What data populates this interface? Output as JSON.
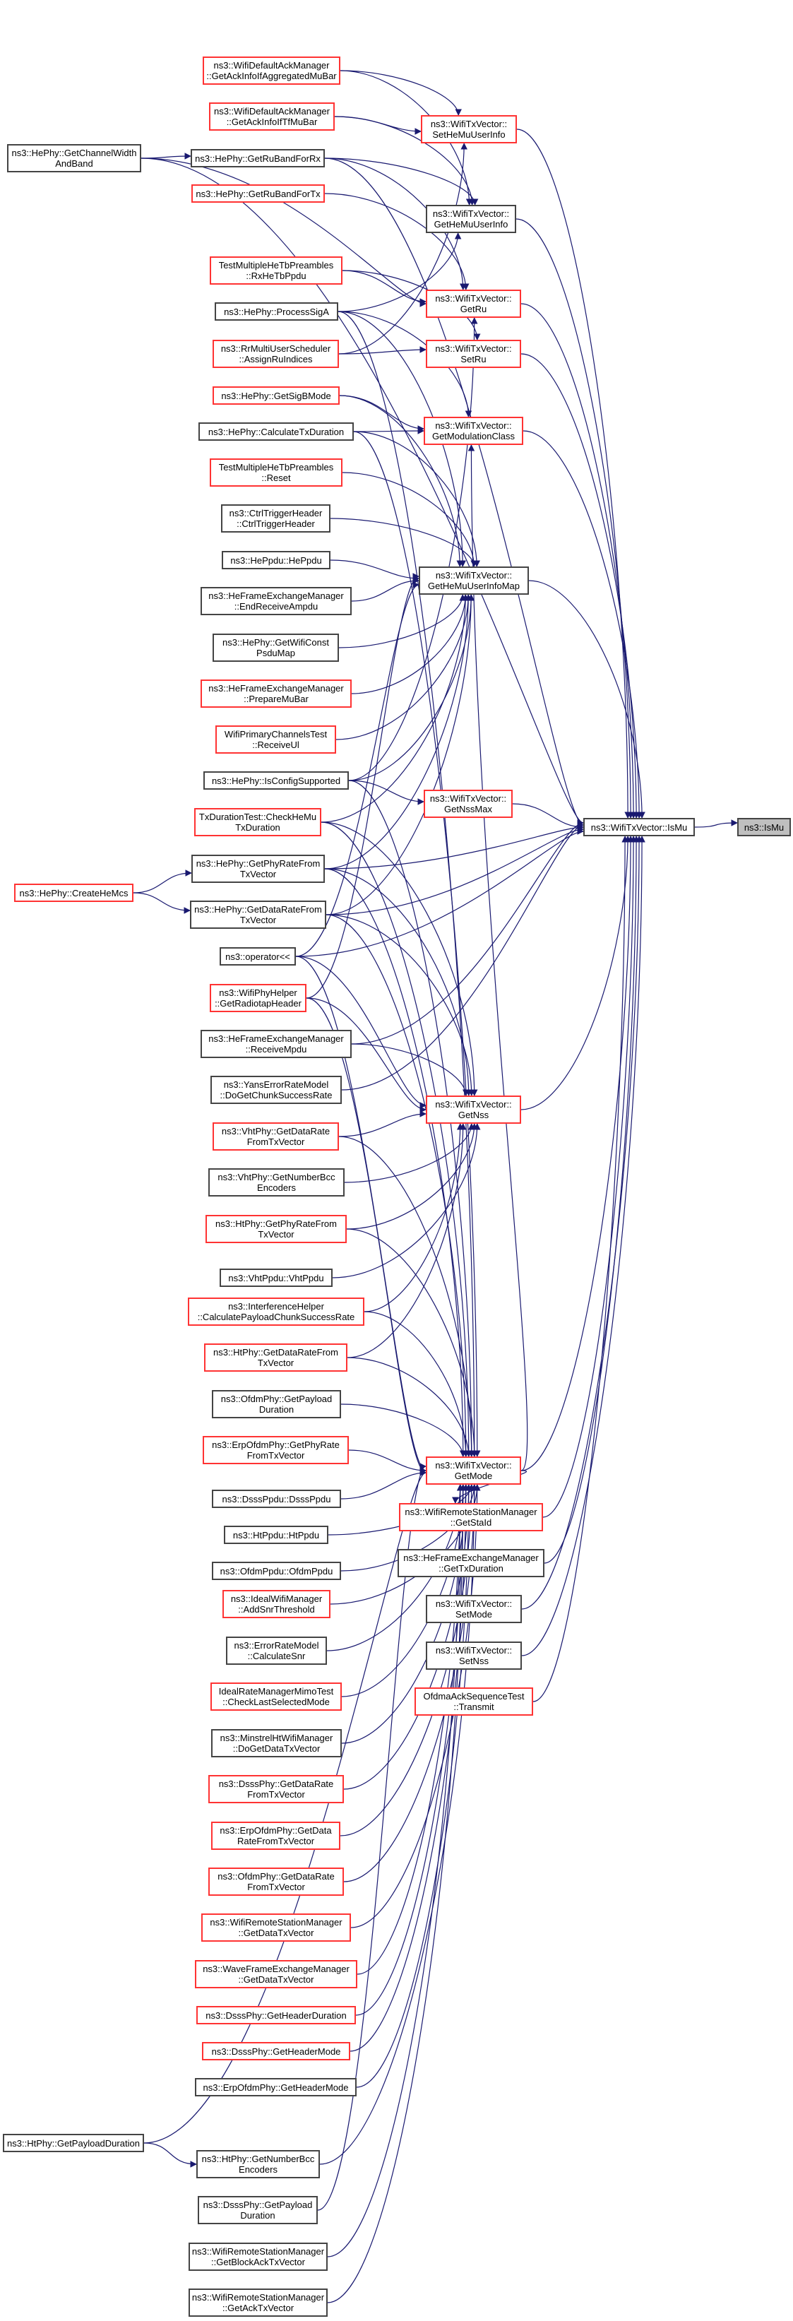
{
  "graph": {
    "title": "ns3::IsMu caller graph",
    "edge_color": "#191970",
    "colors": {
      "documented_border": "#444444",
      "undocumented_border": "#ff3333",
      "target_fill": "#bfbfbf"
    },
    "nodes": [
      {
        "id": "ismu",
        "lines": [
          "ns3::IsMu"
        ],
        "style": "target"
      },
      {
        "id": "txv_ismu",
        "lines": [
          "ns3::WifiTxVector::IsMu"
        ],
        "style": "black"
      },
      {
        "id": "sethemu",
        "lines": [
          "ns3::WifiTxVector::",
          "SetHeMuUserInfo"
        ],
        "style": "red"
      },
      {
        "id": "gethemu",
        "lines": [
          "ns3::WifiTxVector::",
          "GetHeMuUserInfo"
        ],
        "style": "black"
      },
      {
        "id": "getru",
        "lines": [
          "ns3::WifiTxVector::",
          "GetRu"
        ],
        "style": "red"
      },
      {
        "id": "setru",
        "lines": [
          "ns3::WifiTxVector::",
          "SetRu"
        ],
        "style": "red"
      },
      {
        "id": "getmodclass",
        "lines": [
          "ns3::WifiTxVector::",
          "GetModulationClass"
        ],
        "style": "red"
      },
      {
        "id": "gethemumap",
        "lines": [
          "ns3::WifiTxVector::",
          "GetHeMuUserInfoMap"
        ],
        "style": "black"
      },
      {
        "id": "getnssmax",
        "lines": [
          "ns3::WifiTxVector::",
          "GetNssMax"
        ],
        "style": "red"
      },
      {
        "id": "getnss",
        "lines": [
          "ns3::WifiTxVector::",
          "GetNss"
        ],
        "style": "red"
      },
      {
        "id": "getmode",
        "lines": [
          "ns3::WifiTxVector::",
          "GetMode"
        ],
        "style": "red"
      },
      {
        "id": "getstaid",
        "lines": [
          "ns3::WifiRemoteStationManager",
          "::GetStaId"
        ],
        "style": "red"
      },
      {
        "id": "hefem_gettxdur",
        "lines": [
          "ns3::HeFrameExchangeManager",
          "::GetTxDuration"
        ],
        "style": "black"
      },
      {
        "id": "setmode",
        "lines": [
          "ns3::WifiTxVector::",
          "SetMode"
        ],
        "style": "black"
      },
      {
        "id": "setnss",
        "lines": [
          "ns3::WifiTxVector::",
          "SetNss"
        ],
        "style": "black"
      },
      {
        "id": "ofdma_transmit",
        "lines": [
          "OfdmaAckSequenceTest",
          "::Transmit"
        ],
        "style": "red"
      },
      {
        "id": "ack_aggmubar",
        "lines": [
          "ns3::WifiDefaultAckManager",
          "::GetAckInfoIfAggregatedMuBar"
        ],
        "style": "red"
      },
      {
        "id": "ack_tfmubar",
        "lines": [
          "ns3::WifiDefaultAckManager",
          "::GetAckInfoIfTfMuBar"
        ],
        "style": "red"
      },
      {
        "id": "chwidth",
        "lines": [
          "ns3::HePhy::GetChannelWidth",
          "AndBand"
        ],
        "style": "black"
      },
      {
        "id": "rubandrx",
        "lines": [
          "ns3::HePhy::GetRuBandForRx"
        ],
        "style": "black"
      },
      {
        "id": "rubandtx",
        "lines": [
          "ns3::HePhy::GetRuBandForTx"
        ],
        "style": "red"
      },
      {
        "id": "rxhetb",
        "lines": [
          "TestMultipleHeTbPreambles",
          "::RxHeTbPpdu"
        ],
        "style": "red"
      },
      {
        "id": "processsiga",
        "lines": [
          "ns3::HePhy::ProcessSigA"
        ],
        "style": "black"
      },
      {
        "id": "assignru",
        "lines": [
          "ns3::RrMultiUserScheduler",
          "::AssignRuIndices"
        ],
        "style": "red"
      },
      {
        "id": "sigbmode",
        "lines": [
          "ns3::HePhy::GetSigBMode"
        ],
        "style": "red"
      },
      {
        "id": "calctxdur",
        "lines": [
          "ns3::HePhy::CalculateTxDuration"
        ],
        "style": "black"
      },
      {
        "id": "tmhtb_reset",
        "lines": [
          "TestMultipleHeTbPreambles",
          "::Reset"
        ],
        "style": "red"
      },
      {
        "id": "ctrltrig",
        "lines": [
          "ns3::CtrlTriggerHeader",
          "::CtrlTriggerHeader"
        ],
        "style": "black"
      },
      {
        "id": "heppdu",
        "lines": [
          "ns3::HePpdu::HePpdu"
        ],
        "style": "black"
      },
      {
        "id": "endrxampdu",
        "lines": [
          "ns3::HeFrameExchangeManager",
          "::EndReceiveAmpdu"
        ],
        "style": "black"
      },
      {
        "id": "constpsdu",
        "lines": [
          "ns3::HePhy::GetWifiConst",
          "PsduMap"
        ],
        "style": "black"
      },
      {
        "id": "preparemubar",
        "lines": [
          "ns3::HeFrameExchangeManager",
          "::PrepareMuBar"
        ],
        "style": "red"
      },
      {
        "id": "receiveul",
        "lines": [
          "WifiPrimaryChannelsTest",
          "::ReceiveUl"
        ],
        "style": "red"
      },
      {
        "id": "isconfig",
        "lines": [
          "ns3::HePhy::IsConfigSupported"
        ],
        "style": "black"
      },
      {
        "id": "checkhemu",
        "lines": [
          "TxDurationTest::CheckHeMu",
          "TxDuration"
        ],
        "style": "red"
      },
      {
        "id": "createhemcs",
        "lines": [
          "ns3::HePhy::CreateHeMcs"
        ],
        "style": "red"
      },
      {
        "id": "he_phyrate",
        "lines": [
          "ns3::HePhy::GetPhyRateFrom",
          "TxVector"
        ],
        "style": "black"
      },
      {
        "id": "he_datarate",
        "lines": [
          "ns3::HePhy::GetDataRateFrom",
          "TxVector"
        ],
        "style": "black"
      },
      {
        "id": "operator",
        "lines": [
          "ns3::operator<<"
        ],
        "style": "black"
      },
      {
        "id": "radiotap",
        "lines": [
          "ns3::WifiPhyHelper",
          "::GetRadiotapHeader"
        ],
        "style": "red"
      },
      {
        "id": "receivempdu",
        "lines": [
          "ns3::HeFrameExchangeManager",
          "::ReceiveMpdu"
        ],
        "style": "black"
      },
      {
        "id": "yans",
        "lines": [
          "ns3::YansErrorRateModel",
          "::DoGetChunkSuccessRate"
        ],
        "style": "black"
      },
      {
        "id": "vht_datarate",
        "lines": [
          "ns3::VhtPhy::GetDataRate",
          "FromTxVector"
        ],
        "style": "red"
      },
      {
        "id": "vht_bcc",
        "lines": [
          "ns3::VhtPhy::GetNumberBcc",
          "Encoders"
        ],
        "style": "black"
      },
      {
        "id": "ht_phyrate",
        "lines": [
          "ns3::HtPhy::GetPhyRateFrom",
          "TxVector"
        ],
        "style": "red"
      },
      {
        "id": "vhtppdu",
        "lines": [
          "ns3::VhtPpdu::VhtPpdu"
        ],
        "style": "black"
      },
      {
        "id": "interf",
        "lines": [
          "ns3::InterferenceHelper",
          "::CalculatePayloadChunkSuccessRate"
        ],
        "style": "red"
      },
      {
        "id": "ht_datarate",
        "lines": [
          "ns3::HtPhy::GetDataRateFrom",
          "TxVector"
        ],
        "style": "red"
      },
      {
        "id": "ofdm_payload",
        "lines": [
          "ns3::OfdmPhy::GetPayload",
          "Duration"
        ],
        "style": "black"
      },
      {
        "id": "erp_phyrate",
        "lines": [
          "ns3::ErpOfdmPhy::GetPhyRate",
          "FromTxVector"
        ],
        "style": "red"
      },
      {
        "id": "dsssppdu",
        "lines": [
          "ns3::DsssPpdu::DsssPpdu"
        ],
        "style": "black"
      },
      {
        "id": "htppdu",
        "lines": [
          "ns3::HtPpdu::HtPpdu"
        ],
        "style": "black"
      },
      {
        "id": "ofdmppdu",
        "lines": [
          "ns3::OfdmPpdu::OfdmPpdu"
        ],
        "style": "black"
      },
      {
        "id": "ideal_snr",
        "lines": [
          "ns3::IdealWifiManager",
          "::AddSnrThreshold"
        ],
        "style": "red"
      },
      {
        "id": "calcsnr",
        "lines": [
          "ns3::ErrorRateModel",
          "::CalculateSnr"
        ],
        "style": "black"
      },
      {
        "id": "idealmimo",
        "lines": [
          "IdealRateManagerMimoTest",
          "::CheckLastSelectedMode"
        ],
        "style": "red"
      },
      {
        "id": "minstrel",
        "lines": [
          "ns3::MinstrelHtWifiManager",
          "::DoGetDataTxVector"
        ],
        "style": "black"
      },
      {
        "id": "dsss_datarate",
        "lines": [
          "ns3::DsssPhy::GetDataRate",
          "FromTxVector"
        ],
        "style": "red"
      },
      {
        "id": "erp_datarate",
        "lines": [
          "ns3::ErpOfdmPhy::GetData",
          "RateFromTxVector"
        ],
        "style": "red"
      },
      {
        "id": "ofdm_datarate",
        "lines": [
          "ns3::OfdmPhy::GetDataRate",
          "FromTxVector"
        ],
        "style": "red"
      },
      {
        "id": "wrsm_datatx",
        "lines": [
          "ns3::WifiRemoteStationManager",
          "::GetDataTxVector"
        ],
        "style": "red"
      },
      {
        "id": "wave_datatx",
        "lines": [
          "ns3::WaveFrameExchangeManager",
          "::GetDataTxVector"
        ],
        "style": "red"
      },
      {
        "id": "dsss_hdrdur",
        "lines": [
          "ns3::DsssPhy::GetHeaderDuration"
        ],
        "style": "red"
      },
      {
        "id": "dsss_hdrmode",
        "lines": [
          "ns3::DsssPhy::GetHeaderMode"
        ],
        "style": "red"
      },
      {
        "id": "erp_hdrmode",
        "lines": [
          "ns3::ErpOfdmPhy::GetHeaderMode"
        ],
        "style": "black"
      },
      {
        "id": "ht_payload",
        "lines": [
          "ns3::HtPhy::GetPayloadDuration"
        ],
        "style": "black"
      },
      {
        "id": "ht_bcc",
        "lines": [
          "ns3::HtPhy::GetNumberBcc",
          "Encoders"
        ],
        "style": "black"
      },
      {
        "id": "dsss_payload",
        "lines": [
          "ns3::DsssPhy::GetPayload",
          "Duration"
        ],
        "style": "black"
      },
      {
        "id": "wrsm_blockack",
        "lines": [
          "ns3::WifiRemoteStationManager",
          "::GetBlockAckTxVector"
        ],
        "style": "black"
      },
      {
        "id": "wrsm_ack",
        "lines": [
          "ns3::WifiRemoteStationManager",
          "::GetAckTxVector"
        ],
        "style": "black"
      }
    ],
    "edges": [
      [
        "txv_ismu",
        "ismu"
      ],
      [
        "sethemu",
        "txv_ismu"
      ],
      [
        "gethemu",
        "txv_ismu"
      ],
      [
        "getru",
        "txv_ismu"
      ],
      [
        "setru",
        "txv_ismu"
      ],
      [
        "getmodclass",
        "txv_ismu"
      ],
      [
        "gethemumap",
        "txv_ismu"
      ],
      [
        "getnssmax",
        "txv_ismu"
      ],
      [
        "getnss",
        "txv_ismu"
      ],
      [
        "getmode",
        "txv_ismu"
      ],
      [
        "getstaid",
        "txv_ismu"
      ],
      [
        "hefem_gettxdur",
        "txv_ismu"
      ],
      [
        "setmode",
        "txv_ismu"
      ],
      [
        "setnss",
        "txv_ismu"
      ],
      [
        "ofdma_transmit",
        "txv_ismu"
      ],
      [
        "chwidth",
        "txv_ismu"
      ],
      [
        "rubandrx",
        "txv_ismu"
      ],
      [
        "he_phyrate",
        "txv_ismu"
      ],
      [
        "he_datarate",
        "txv_ismu"
      ],
      [
        "operator",
        "txv_ismu"
      ],
      [
        "receivempdu",
        "txv_ismu"
      ],
      [
        "yans",
        "txv_ismu"
      ],
      [
        "ack_aggmubar",
        "sethemu"
      ],
      [
        "ack_tfmubar",
        "sethemu"
      ],
      [
        "assignru",
        "sethemu"
      ],
      [
        "ack_aggmubar",
        "gethemu"
      ],
      [
        "ack_tfmubar",
        "gethemu"
      ],
      [
        "rubandrx",
        "gethemu"
      ],
      [
        "processsiga",
        "gethemu"
      ],
      [
        "rubandrx",
        "getru"
      ],
      [
        "rubandtx",
        "getru"
      ],
      [
        "rxhetb",
        "getru"
      ],
      [
        "chwidth",
        "getru"
      ],
      [
        "isconfig",
        "getru"
      ],
      [
        "rxhetb",
        "setru"
      ],
      [
        "assignru",
        "setru"
      ],
      [
        "sigbmode",
        "getmodclass"
      ],
      [
        "calctxdur",
        "getmodclass"
      ],
      [
        "processsiga",
        "getmodclass"
      ],
      [
        "getmode",
        "getmodclass"
      ],
      [
        "ctrltrig",
        "gethemumap"
      ],
      [
        "heppdu",
        "gethemumap"
      ],
      [
        "endrxampdu",
        "gethemumap"
      ],
      [
        "constpsdu",
        "gethemumap"
      ],
      [
        "preparemubar",
        "gethemumap"
      ],
      [
        "receiveul",
        "gethemumap"
      ],
      [
        "isconfig",
        "gethemumap"
      ],
      [
        "tmhtb_reset",
        "gethemumap"
      ],
      [
        "calctxdur",
        "gethemumap"
      ],
      [
        "sigbmode",
        "gethemumap"
      ],
      [
        "processsiga",
        "gethemumap"
      ],
      [
        "checkhemu",
        "gethemumap"
      ],
      [
        "he_phyrate",
        "gethemumap"
      ],
      [
        "he_datarate",
        "gethemumap"
      ],
      [
        "operator",
        "gethemumap"
      ],
      [
        "radiotap",
        "gethemumap"
      ],
      [
        "isconfig",
        "getnssmax"
      ],
      [
        "radiotap",
        "getnss"
      ],
      [
        "receivempdu",
        "getnss"
      ],
      [
        "vht_datarate",
        "getnss"
      ],
      [
        "vht_bcc",
        "getnss"
      ],
      [
        "ht_phyrate",
        "getnss"
      ],
      [
        "vhtppdu",
        "getnss"
      ],
      [
        "interf",
        "getnss"
      ],
      [
        "ht_datarate",
        "getnss"
      ],
      [
        "operator",
        "getnss"
      ],
      [
        "he_phyrate",
        "getnss"
      ],
      [
        "he_datarate",
        "getnss"
      ],
      [
        "checkhemu",
        "getnss"
      ],
      [
        "createhemcs",
        "he_phyrate"
      ],
      [
        "createhemcs",
        "he_datarate"
      ],
      [
        "ofdm_payload",
        "getmode"
      ],
      [
        "erp_phyrate",
        "getmode"
      ],
      [
        "dsssppdu",
        "getmode"
      ],
      [
        "htppdu",
        "getmode"
      ],
      [
        "ofdmppdu",
        "getmode"
      ],
      [
        "ideal_snr",
        "getmode"
      ],
      [
        "calcsnr",
        "getmode"
      ],
      [
        "idealmimo",
        "getmode"
      ],
      [
        "minstrel",
        "getmode"
      ],
      [
        "dsss_datarate",
        "getmode"
      ],
      [
        "erp_datarate",
        "getmode"
      ],
      [
        "ofdm_datarate",
        "getmode"
      ],
      [
        "wrsm_datatx",
        "getmode"
      ],
      [
        "wave_datatx",
        "getmode"
      ],
      [
        "dsss_hdrdur",
        "getmode"
      ],
      [
        "dsss_hdrmode",
        "getmode"
      ],
      [
        "erp_hdrmode",
        "getmode"
      ],
      [
        "ht_payload",
        "getmode"
      ],
      [
        "ht_bcc",
        "getmode"
      ],
      [
        "dsss_payload",
        "getmode"
      ],
      [
        "wrsm_blockack",
        "getmode"
      ],
      [
        "wrsm_ack",
        "getmode"
      ],
      [
        "interf",
        "getmode"
      ],
      [
        "ht_datarate",
        "getmode"
      ],
      [
        "vht_datarate",
        "getmode"
      ],
      [
        "ht_phyrate",
        "getmode"
      ],
      [
        "operator",
        "getmode"
      ],
      [
        "radiotap",
        "getmode"
      ],
      [
        "he_phyrate",
        "getmode"
      ],
      [
        "he_datarate",
        "getmode"
      ],
      [
        "checkhemu",
        "getmode"
      ],
      [
        "isconfig",
        "getmode"
      ],
      [
        "processsiga",
        "getmode"
      ],
      [
        "calctxdur",
        "getmode"
      ],
      [
        "getmode",
        "getstaid"
      ],
      [
        "chwidth",
        "rubandrx"
      ],
      [
        "ht_payload",
        "ht_bcc"
      ]
    ]
  }
}
